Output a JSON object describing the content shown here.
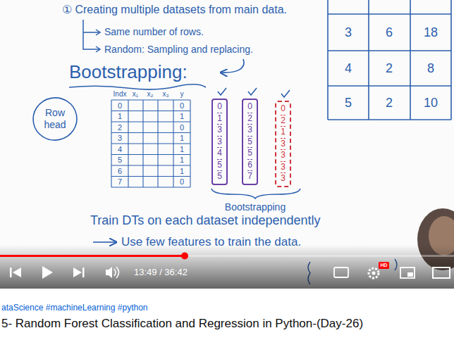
{
  "diagram": {
    "title": "5- Random Forest Classification and Regression in Python-(Day-26)",
    "nodes": [
      {
        "text": [
          "Row head"
        ]
      },
      {
        "text": [
          "0",
          "1",
          "3",
          "3",
          "4",
          "5",
          "5"
        ]
      },
      {
        "text": [
          "0",
          "2",
          "3",
          "5",
          "5",
          "6",
          "7"
        ]
      },
      {
        "text": [
          "0",
          "2",
          "1",
          "3",
          "3",
          "3",
          "3"
        ]
      }
    ],
    "labels": [
      "① Creating multiple datasets from main data.",
      "Same number of rows.",
      "Random: Sampling and replacing.",
      "Bootstrapping:",
      "Indx",
      "x₁",
      "x₂",
      "x₃",
      "y",
      "0",
      "1",
      "2",
      "3",
      "4",
      "5",
      "6",
      "7",
      "0",
      "1",
      "0",
      "1",
      "1",
      "1",
      "1",
      "0",
      "Bootstrapping",
      "Train DTs on each dataset independently",
      "Use few features to train the data.",
      "3",
      "6",
      "18",
      "4",
      "2",
      "8",
      "5",
      "2",
      "10",
      "13:49 / 36:42",
      "HD",
      "ataScience #machineLearning #python"
    ]
  }
}
